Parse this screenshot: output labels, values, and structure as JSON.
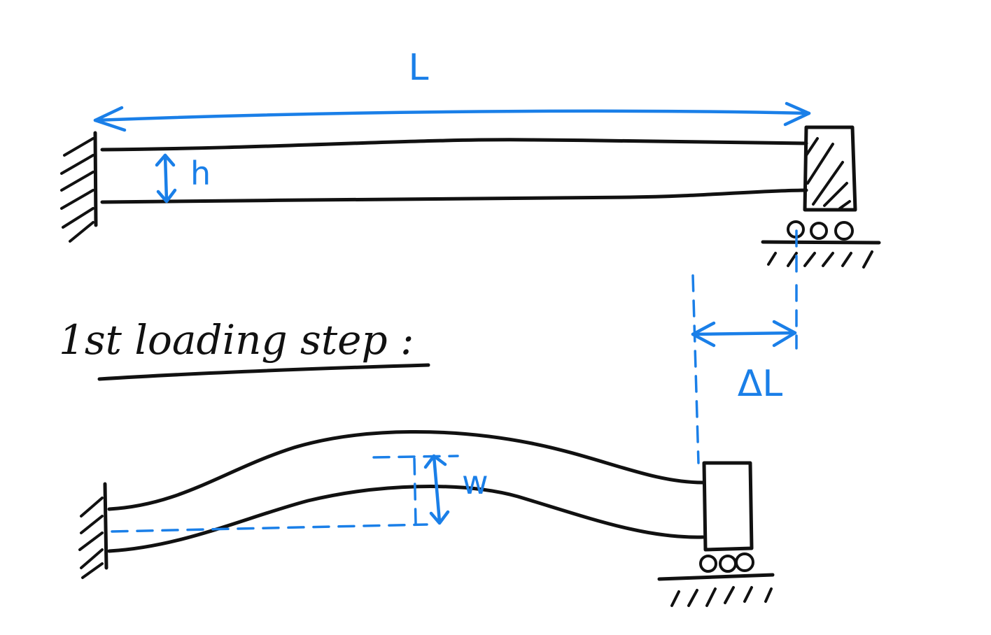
{
  "colors": {
    "ink": "#111111",
    "accent": "#1a7fe8",
    "background": "#ffffff"
  },
  "labels": {
    "length": "L",
    "height": "h",
    "step_title": "1st loading step :",
    "displacement": "ΔL",
    "deflection": "w"
  }
}
